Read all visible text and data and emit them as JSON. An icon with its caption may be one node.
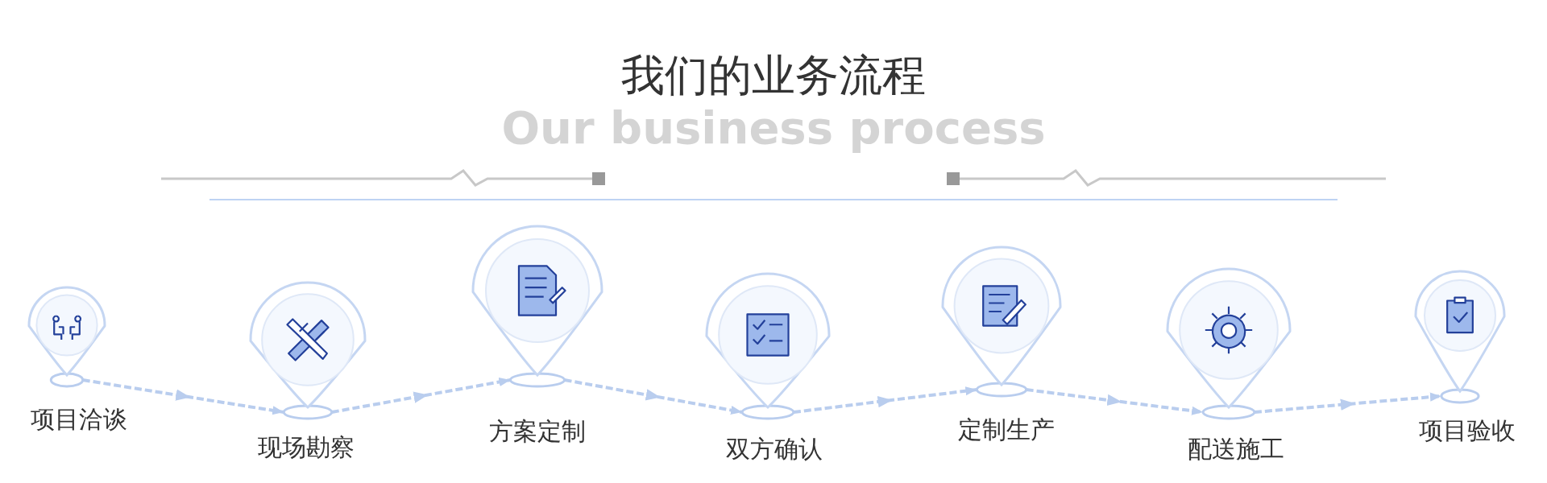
{
  "diagram": {
    "title": "我们的业务流程",
    "nodes": [
      {
        "text": [
          "项目洽谈"
        ]
      },
      {
        "text": [
          "现场勘察"
        ]
      },
      {
        "text": [
          "方案定制"
        ]
      },
      {
        "text": [
          "双方确认"
        ]
      },
      {
        "text": [
          "定制生产"
        ]
      },
      {
        "text": [
          "配送施工"
        ]
      },
      {
        "text": [
          "项目验收"
        ]
      }
    ],
    "edges": [
      {
        "from": 0,
        "to": 1,
        "arrow": "to",
        "style": "dashed"
      },
      {
        "from": 1,
        "to": 2,
        "arrow": "to",
        "style": "dashed"
      },
      {
        "from": 2,
        "to": 3,
        "arrow": "to",
        "style": "dashed"
      },
      {
        "from": 3,
        "to": 4,
        "arrow": "to",
        "style": "dashed"
      },
      {
        "from": 4,
        "to": 5,
        "arrow": "to",
        "style": "dashed"
      },
      {
        "from": 5,
        "to": 6,
        "arrow": "to",
        "style": "dashed"
      }
    ],
    "labels": [
      "Our business process"
    ]
  }
}
